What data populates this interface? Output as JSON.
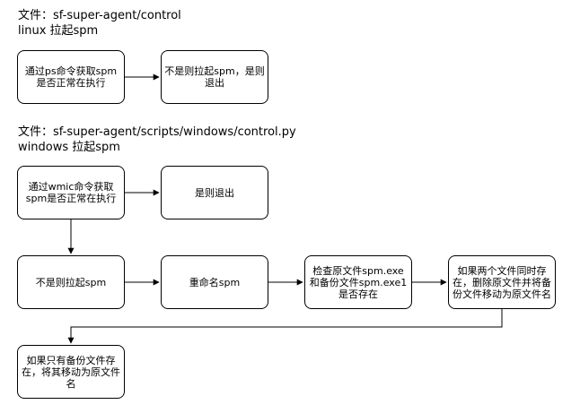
{
  "sections": [
    {
      "file_line": "文件：sf-super-agent/control",
      "title_line": "linux 拉起spm"
    },
    {
      "file_line": "文件：sf-super-agent/scripts/windows/control.py",
      "title_line": "windows 拉起spm"
    }
  ],
  "nodes": {
    "linux_check": "通过ps命令获取spm是否正常在执行",
    "linux_start": "不是则拉起spm，是则退出",
    "win_check": "通过wmic命令获取spm是否正常在执行",
    "win_exit": "是则退出",
    "win_start": "不是则拉起spm",
    "win_rename": "重命名spm",
    "win_check_files": "检查原文件spm.exe和备份文件spm.exe1是否存在",
    "win_both_exist": "如果两个文件同时存在，删除原文件并将备份文件移动为原文件名",
    "win_only_backup": "如果只有备份文件存在，将其移动为原文件名"
  },
  "colors": {
    "stroke": "#000000",
    "fill": "#ffffff"
  }
}
